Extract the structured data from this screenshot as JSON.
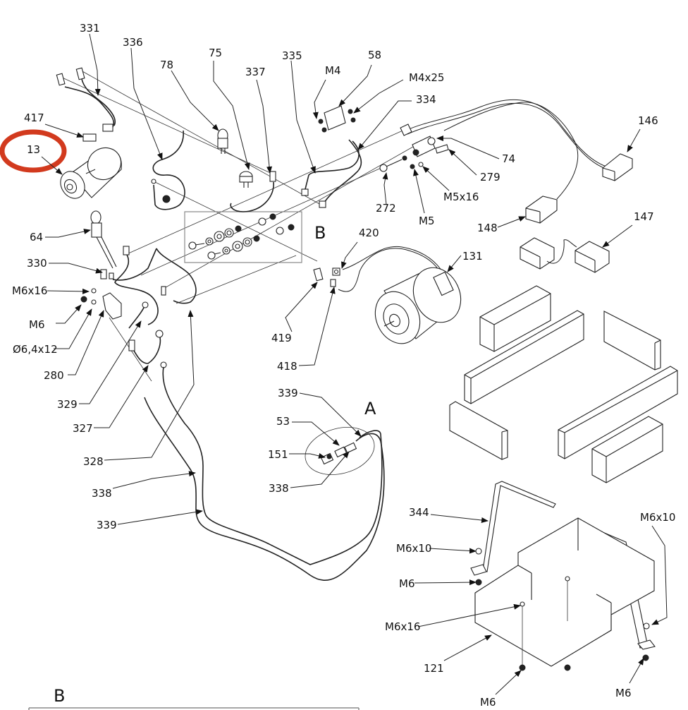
{
  "title": "Exploded parts diagram - electrical assembly",
  "highlight": {
    "label": "13",
    "color": "#d23a1e"
  },
  "callouts": [
    {
      "id": "c331",
      "text": "331"
    },
    {
      "id": "c336",
      "text": "336"
    },
    {
      "id": "c78",
      "text": "78"
    },
    {
      "id": "c75",
      "text": "75"
    },
    {
      "id": "c337",
      "text": "337"
    },
    {
      "id": "c335",
      "text": "335"
    },
    {
      "id": "c58",
      "text": "58"
    },
    {
      "id": "cM4",
      "text": "M4"
    },
    {
      "id": "cM4x25",
      "text": "M4x25"
    },
    {
      "id": "c334",
      "text": "334"
    },
    {
      "id": "c146",
      "text": "146"
    },
    {
      "id": "c417",
      "text": "417"
    },
    {
      "id": "c13",
      "text": "13"
    },
    {
      "id": "c74",
      "text": "74"
    },
    {
      "id": "c279",
      "text": "279"
    },
    {
      "id": "c272",
      "text": "272"
    },
    {
      "id": "cM5x16",
      "text": "M5x16"
    },
    {
      "id": "cM5",
      "text": "M5"
    },
    {
      "id": "c148",
      "text": "148"
    },
    {
      "id": "c147",
      "text": "147"
    },
    {
      "id": "c64",
      "text": "64"
    },
    {
      "id": "c420",
      "text": "420"
    },
    {
      "id": "c131",
      "text": "131"
    },
    {
      "id": "c330",
      "text": "330"
    },
    {
      "id": "cM6x16a",
      "text": "M6x16"
    },
    {
      "id": "cM6a",
      "text": "M6"
    },
    {
      "id": "cD64x12",
      "text": "Ø6,4x12"
    },
    {
      "id": "c280",
      "text": "280"
    },
    {
      "id": "c419",
      "text": "419"
    },
    {
      "id": "c418",
      "text": "418"
    },
    {
      "id": "c329",
      "text": "329"
    },
    {
      "id": "c327",
      "text": "327"
    },
    {
      "id": "c339a",
      "text": "339"
    },
    {
      "id": "c53",
      "text": "53"
    },
    {
      "id": "c151",
      "text": "151"
    },
    {
      "id": "c338a",
      "text": "338"
    },
    {
      "id": "c328",
      "text": "328"
    },
    {
      "id": "c338b",
      "text": "338"
    },
    {
      "id": "c339b",
      "text": "339"
    },
    {
      "id": "c344",
      "text": "344"
    },
    {
      "id": "cM6x10a",
      "text": "M6x10"
    },
    {
      "id": "cM6x10b",
      "text": "M6x10"
    },
    {
      "id": "cM6b",
      "text": "M6"
    },
    {
      "id": "cM6x16b",
      "text": "M6x16"
    },
    {
      "id": "c121",
      "text": "121"
    },
    {
      "id": "cM6c",
      "text": "M6"
    },
    {
      "id": "cM6d",
      "text": "M6"
    }
  ],
  "detail_labels": {
    "B_inset": "B",
    "A_detail": "A",
    "B_footer": "B"
  }
}
